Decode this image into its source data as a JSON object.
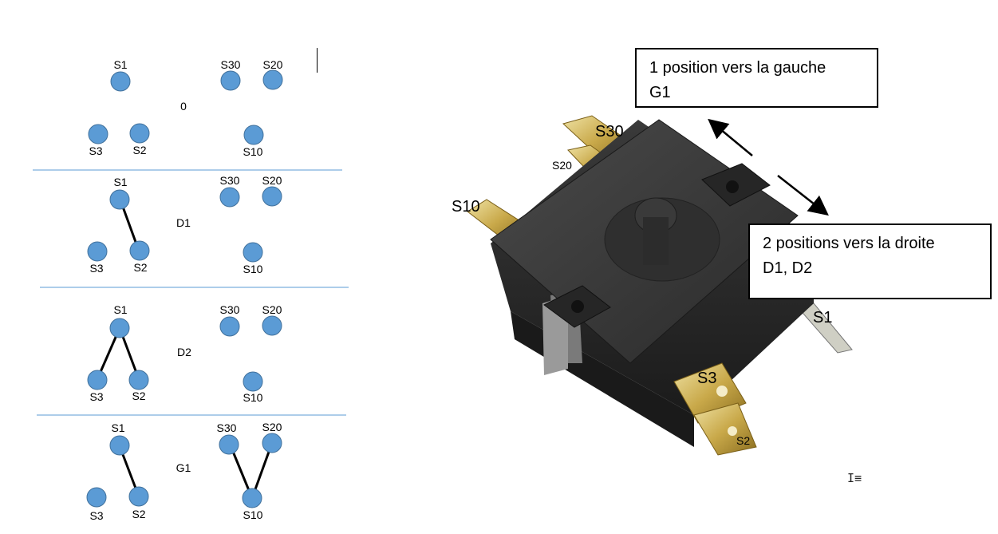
{
  "diagram": {
    "rows": [
      {
        "state": "0",
        "labels": {
          "s1": "S1",
          "s2": "S2",
          "s3": "S3",
          "s10": "S10",
          "s20": "S20",
          "s30": "S30"
        }
      },
      {
        "state": "D1",
        "labels": {
          "s1": "S1",
          "s2": "S2",
          "s3": "S3",
          "s10": "S10",
          "s20": "S20",
          "s30": "S30"
        }
      },
      {
        "state": "D2",
        "labels": {
          "s1": "S1",
          "s2": "S2",
          "s3": "S3",
          "s10": "S10",
          "s20": "S20",
          "s30": "S30"
        }
      },
      {
        "state": "G1",
        "labels": {
          "s1": "S1",
          "s2": "S2",
          "s3": "S3",
          "s10": "S10",
          "s20": "S20",
          "s30": "S30"
        }
      }
    ],
    "terminal_color": "#5B9BD5",
    "separator_color": "#5B9BD5"
  },
  "photo": {
    "labels": {
      "s30": "S30",
      "s20": "S20",
      "s10": "S10",
      "s1": "S1",
      "s3": "S3",
      "s2": "S2"
    }
  },
  "callouts": {
    "left": {
      "line1": "1 position vers la gauche",
      "line2": "G1"
    },
    "right": {
      "line1": "2 positions vers la droite",
      "line2": "D1, D2"
    }
  },
  "cursor": {
    "glyph": "I≡"
  }
}
